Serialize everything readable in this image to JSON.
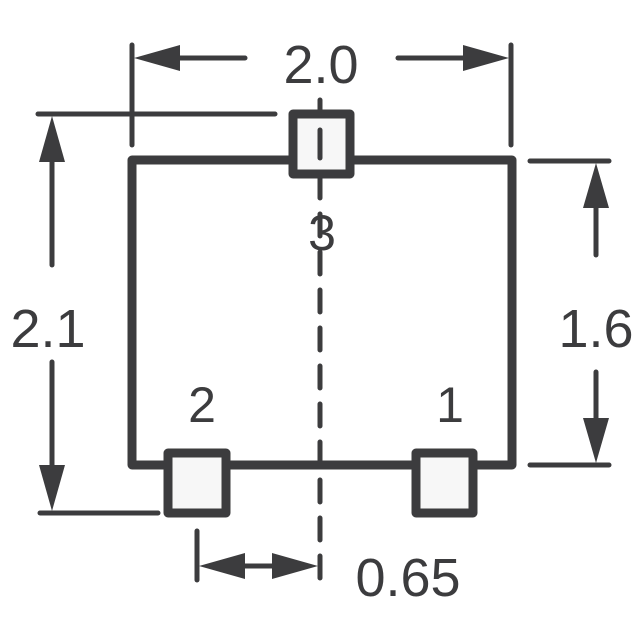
{
  "diagram": {
    "type": "package-outline-dimension-drawing",
    "colors": {
      "ink": "#3c3c3e",
      "pad_fill": "#f7f7f7",
      "background": "#ffffff"
    },
    "dimensions": {
      "width_top": "2.0",
      "height_left": "2.1",
      "body_height_right": "1.6",
      "pitch_bottom": "0.65"
    },
    "pins": [
      {
        "label": "1",
        "position": "bottom-right"
      },
      {
        "label": "2",
        "position": "bottom-left"
      },
      {
        "label": "3",
        "position": "top-center"
      }
    ]
  }
}
